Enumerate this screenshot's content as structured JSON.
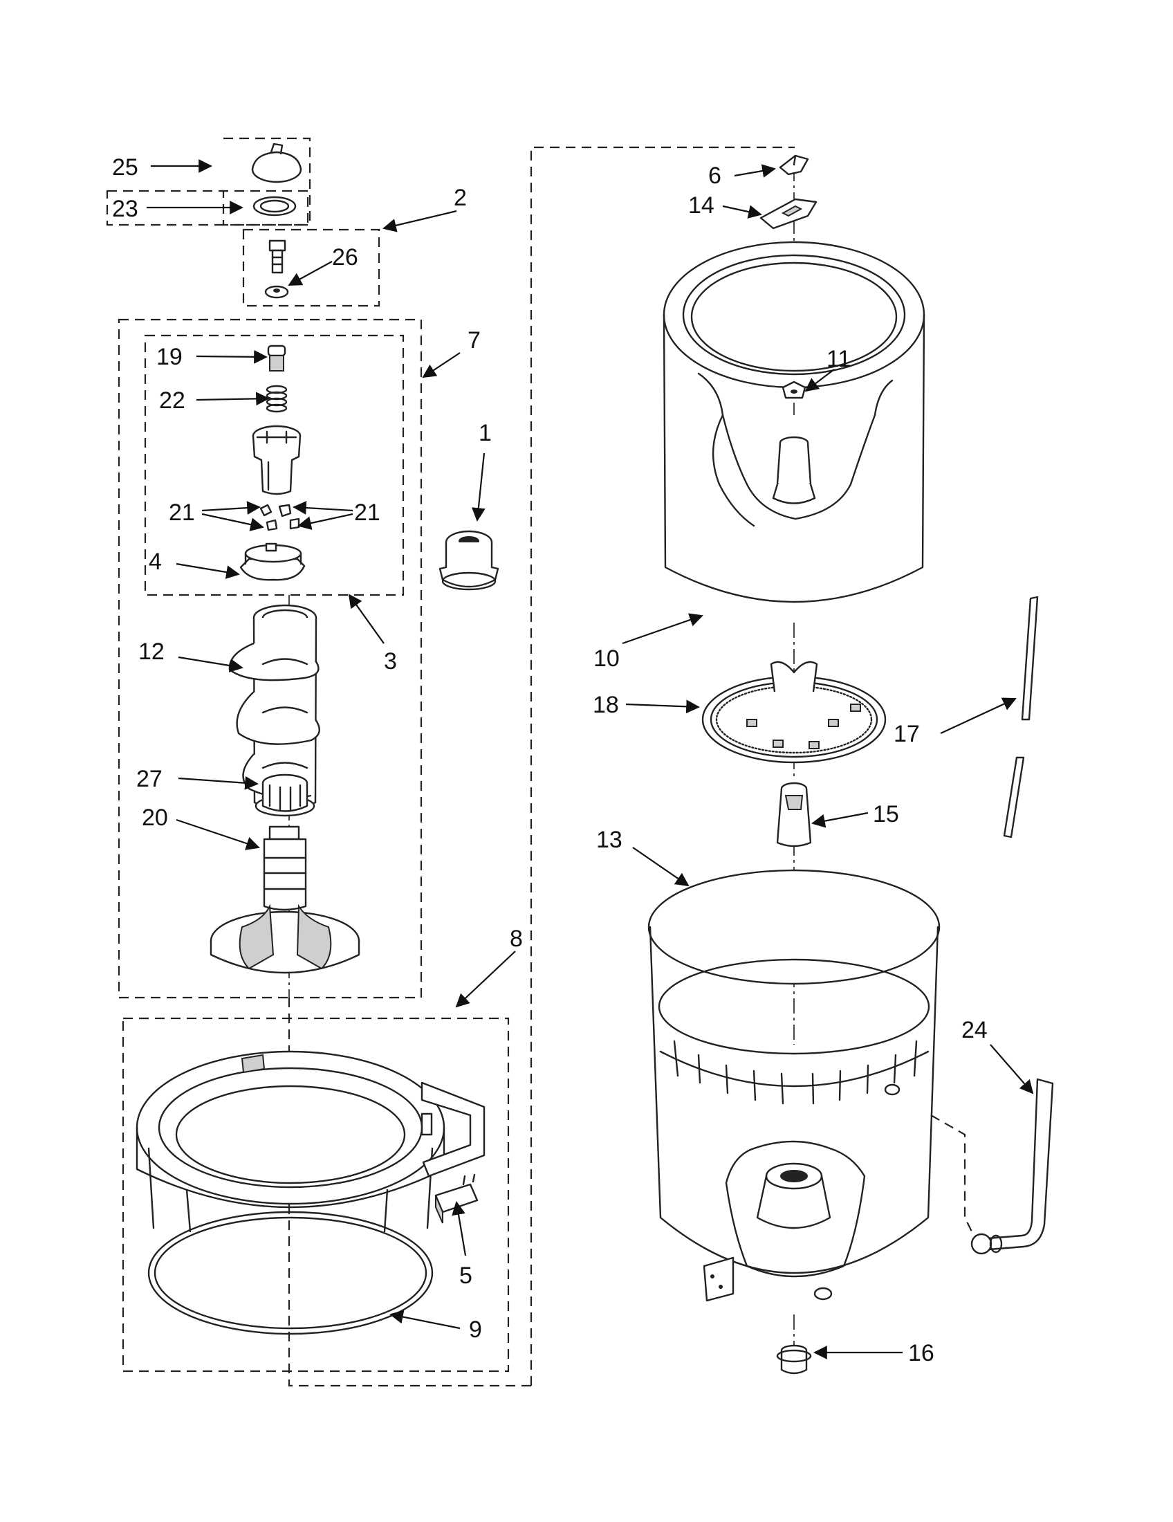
{
  "callouts": {
    "n1": "1",
    "n2": "2",
    "n3": "3",
    "n4": "4",
    "n5": "5",
    "n6": "6",
    "n7": "7",
    "n8": "8",
    "n9": "9",
    "n10": "10",
    "n11": "11",
    "n12": "12",
    "n13": "13",
    "n14": "14",
    "n15": "15",
    "n16": "16",
    "n17": "17",
    "n18": "18",
    "n19": "19",
    "n20": "20",
    "n21a": "21",
    "n21b": "21",
    "n22": "22",
    "n23": "23",
    "n24": "24",
    "n25": "25",
    "n26": "26",
    "n27": "27"
  },
  "colors": {
    "line": "#222222",
    "background": "#ffffff",
    "shade": "#cfcfcf"
  }
}
